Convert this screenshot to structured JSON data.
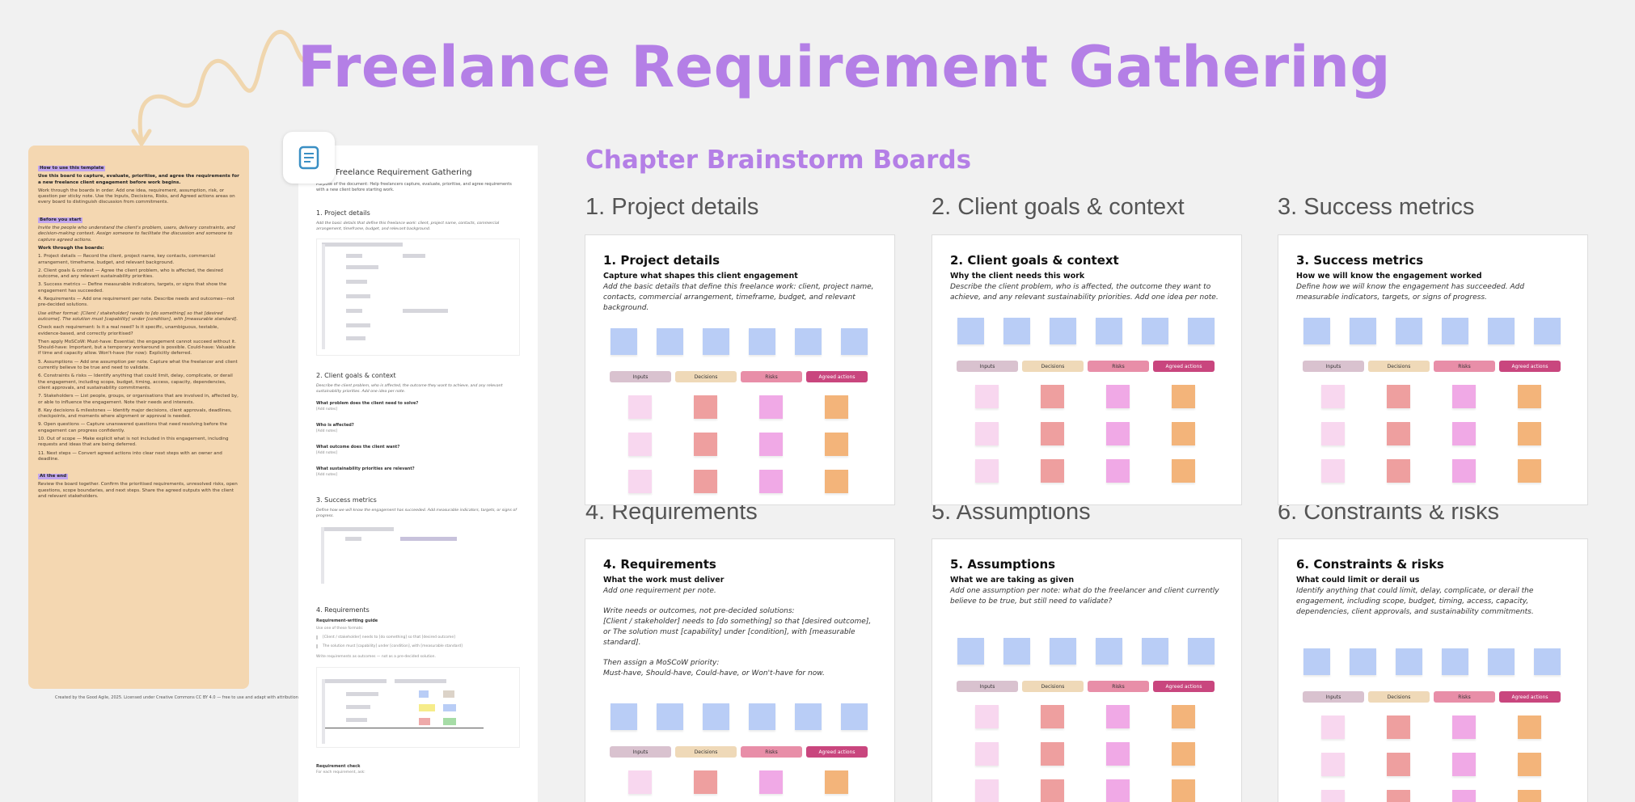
{
  "main_title": "Freelance Requirement Gathering",
  "chapter_title": "Chapter Brainstorm Boards",
  "instructions": [
    {
      "text": "How to use this template",
      "style": "hl"
    },
    {
      "text": "Use this board to capture, evaluate, prioritise, and agree the requirements for a new freelance client engagement before work begins.",
      "style": "bold"
    },
    {
      "text": "Work through the boards in order. Add one idea, requirement, assumption, risk, or question per sticky note. Use the Inputs, Decisions, Risks, and Agreed actions areas on every board to distinguish discussion from commitments.",
      "style": ""
    },
    {
      "text": "Before you start",
      "style": "hl"
    },
    {
      "text": "Invite the people who understand the client's problem, users, delivery constraints, and decision-making context. Assign someone to facilitate the discussion and someone to capture agreed actions.",
      "style": "it"
    },
    {
      "text": "Work through the boards:",
      "style": "bold"
    },
    {
      "text": "1. Project details — Record the client, project name, key contacts, commercial arrangement, timeframe, budget, and relevant background.",
      "style": ""
    },
    {
      "text": "2. Client goals & context — Agree the client problem, who is affected, the desired outcome, and any relevant sustainability priorities.",
      "style": ""
    },
    {
      "text": "3. Success metrics — Define measurable indicators, targets, or signs that show the engagement has succeeded.",
      "style": ""
    },
    {
      "text": "4. Requirements — Add one requirement per note. Describe needs and outcomes—not pre-decided solutions.",
      "style": ""
    },
    {
      "text": "Use either format: [Client / stakeholder] needs to [do something] so that [desired outcome]. The solution must [capability] under [condition], with [measurable standard].",
      "style": "it"
    },
    {
      "text": "Check each requirement: Is it a real need? Is it specific, unambiguous, testable, evidence-based, and correctly prioritised?",
      "style": ""
    },
    {
      "text": "Then apply MoSCoW: Must-have: Essential; the engagement cannot succeed without it. Should-have: Important, but a temporary workaround is possible. Could-have: Valuable if time and capacity allow. Won't-have (for now): Explicitly deferred.",
      "style": ""
    },
    {
      "text": "5. Assumptions — Add one assumption per note. Capture what the freelancer and client currently believe to be true and need to validate.",
      "style": ""
    },
    {
      "text": "6. Constraints & risks — Identify anything that could limit, delay, complicate, or derail the engagement, including scope, budget, timing, access, capacity, dependencies, client approvals, and sustainability commitments.",
      "style": ""
    },
    {
      "text": "7. Stakeholders — List people, groups, or organisations that are involved in, affected by, or able to influence the engagement. Note their needs and interests.",
      "style": ""
    },
    {
      "text": "8. Key decisions & milestones — Identify major decisions, client approvals, deadlines, checkpoints, and moments where alignment or approval is needed.",
      "style": ""
    },
    {
      "text": "9. Open questions — Capture unanswered questions that need resolving before the engagement can progress confidently.",
      "style": ""
    },
    {
      "text": "10. Out of scope — Make explicit what is not included in this engagement, including requests and ideas that are being deferred.",
      "style": ""
    },
    {
      "text": "11. Next steps — Convert agreed actions into clear next steps with an owner and deadline.",
      "style": ""
    },
    {
      "text": "At the end",
      "style": "hl"
    },
    {
      "text": "Review the board together. Confirm the prioritised requirements, unresolved risks, open questions, scope boundaries, and next steps. Share the agreed outputs with the client and relevant stakeholders.",
      "style": ""
    }
  ],
  "credit": "Created by the Good Agile, 2025. Licensed under Creative Commons CC BY 4.0 — free to use and adapt with attribution.",
  "doc": {
    "title": "Freelance Requirement Gathering",
    "purpose": "Purpose of the document: Help freelancers capture, evaluate, prioritise, and agree requirements with a new client before starting work.",
    "sections": {
      "s1": {
        "title": "1. Project details",
        "desc": "Add the basic details that define this freelance work: client, project name, contacts, commercial arrangement, timeframe, budget, and relevant background."
      },
      "s2": {
        "title": "2. Client goals & context",
        "desc": "Describe the client problem, who is affected, the outcome they want to achieve, and any relevant sustainability priorities. Add one idea per note.",
        "questions": [
          {
            "q": "What problem does the client need to solve?",
            "a": "[Add notes]"
          },
          {
            "q": "Who is affected?",
            "a": "[Add notes]"
          },
          {
            "q": "What outcome does the client want?",
            "a": "[Add notes]"
          },
          {
            "q": "What sustainability priorities are relevant?",
            "a": "[Add notes]"
          }
        ]
      },
      "s3": {
        "title": "3. Success metrics",
        "desc": "Define how we will know the engagement has succeeded. Add measurable indicators, targets, or signs of progress."
      },
      "s4": {
        "title": "4. Requirements",
        "guide_title": "Requirement-writing guide",
        "guide_sub": "Use one of these formats:",
        "g1": "[Client / stakeholder] needs to [do something] so that [desired outcome]",
        "g2": "The solution must [capability] under [condition], with [measurable standard]",
        "g3": "Write requirements as outcomes — not as a pre-decided solution."
      },
      "s5": {
        "title": "Requirement check",
        "desc": "For each requirement, ask:"
      }
    }
  },
  "headings": [
    "1. Project details",
    "2. Client goals & context",
    "3. Success metrics",
    "4. Requirements",
    "5. Assumptions",
    "6. Constraints & risks"
  ],
  "boards": [
    {
      "title": "1. Project details",
      "sub": "Capture what shapes this client engagement",
      "desc": "Add the basic details that define this freelance work: client, project name, contacts, commercial arrangement, timeframe, budget, and relevant background."
    },
    {
      "title": "2. Client goals & context",
      "sub": "Why the client needs this work",
      "desc": "Describe the client problem, who is affected, the outcome they want to achieve, and any relevant sustainability priorities. Add one idea per note."
    },
    {
      "title": "3. Success metrics",
      "sub": "How we will know the engagement worked",
      "desc": "Define how we will know the engagement has succeeded. Add measurable indicators, targets, or signs of progress."
    },
    {
      "title": "4. Requirements",
      "sub": "What the work must deliver",
      "desc_lines": [
        "Add one requirement per note.",
        "",
        "Write needs or outcomes, not pre-decided solutions:",
        "[Client / stakeholder] needs to [do something] so that [desired outcome],",
        "or The solution must [capability] under [condition], with [measurable standard].",
        "",
        "Then assign a MoSCoW priority:",
        "Must-have, Should-have, Could-have, or Won't-have for now."
      ]
    },
    {
      "title": "5. Assumptions",
      "sub": "What we are taking as given",
      "desc": "Add one assumption per note: what do the freelancer and client currently believe to be true, but still need to validate?"
    },
    {
      "title": "6. Constraints & risks",
      "sub": "What could limit or derail us",
      "desc": "Identify anything that could limit, delay, complicate, or derail the engagement, including scope, budget, timing, access, capacity, dependencies, client approvals, and sustainability commitments."
    }
  ],
  "pills": [
    "Inputs",
    "Decisions",
    "Risks",
    "Agreed actions"
  ],
  "colors": {
    "title": "#b47fe6",
    "pill_inputs": "#d9c2cf",
    "pill_decisions": "#efd9b8",
    "pill_risks": "#e88ea8",
    "pill_actions": "#c9467e"
  }
}
